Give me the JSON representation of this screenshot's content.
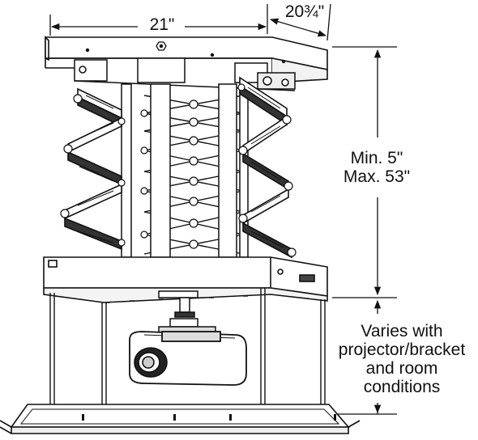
{
  "dimensions": {
    "width_label": "21\"",
    "depth_label": "20¾\"",
    "travel": {
      "min_label": "Min. 5\"",
      "max_label": "Max. 53\""
    },
    "drop": {
      "lines": [
        "Varies with",
        "projector/bracket",
        "and room",
        "conditions"
      ]
    }
  },
  "colors": {
    "line": "#111111",
    "fill": "#ffffff",
    "shade": "#c8c8c8",
    "dark": "#222222"
  },
  "icons": [
    "hex-bolt-icon",
    "projector-lens-icon"
  ]
}
